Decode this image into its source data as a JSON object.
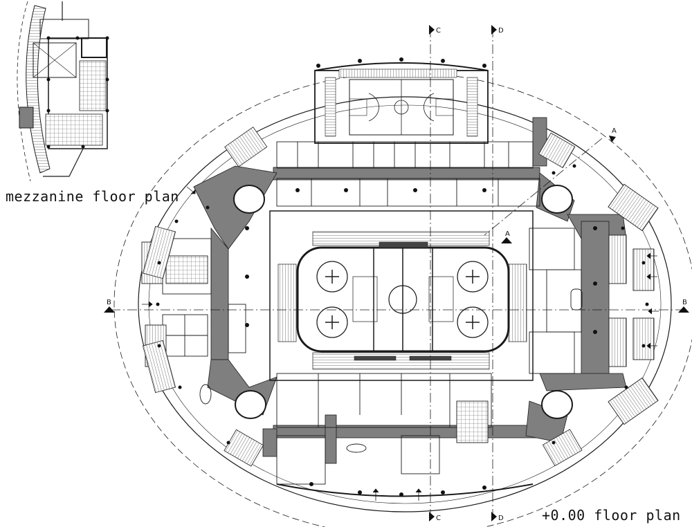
{
  "captions": {
    "mezzanine": "mezzanine floor plan",
    "ground": "+0.00 floor plan"
  },
  "section_marks": {
    "a_top": "A",
    "a_mid": "A",
    "b_left": "B",
    "b_right": "B",
    "c_top": "C",
    "c_bottom": "C",
    "d_top": "D",
    "d_bottom": "D"
  },
  "colors": {
    "line": "#1a1a1a",
    "corridor_fill": "#7f7f7f",
    "background": "#ffffff"
  }
}
